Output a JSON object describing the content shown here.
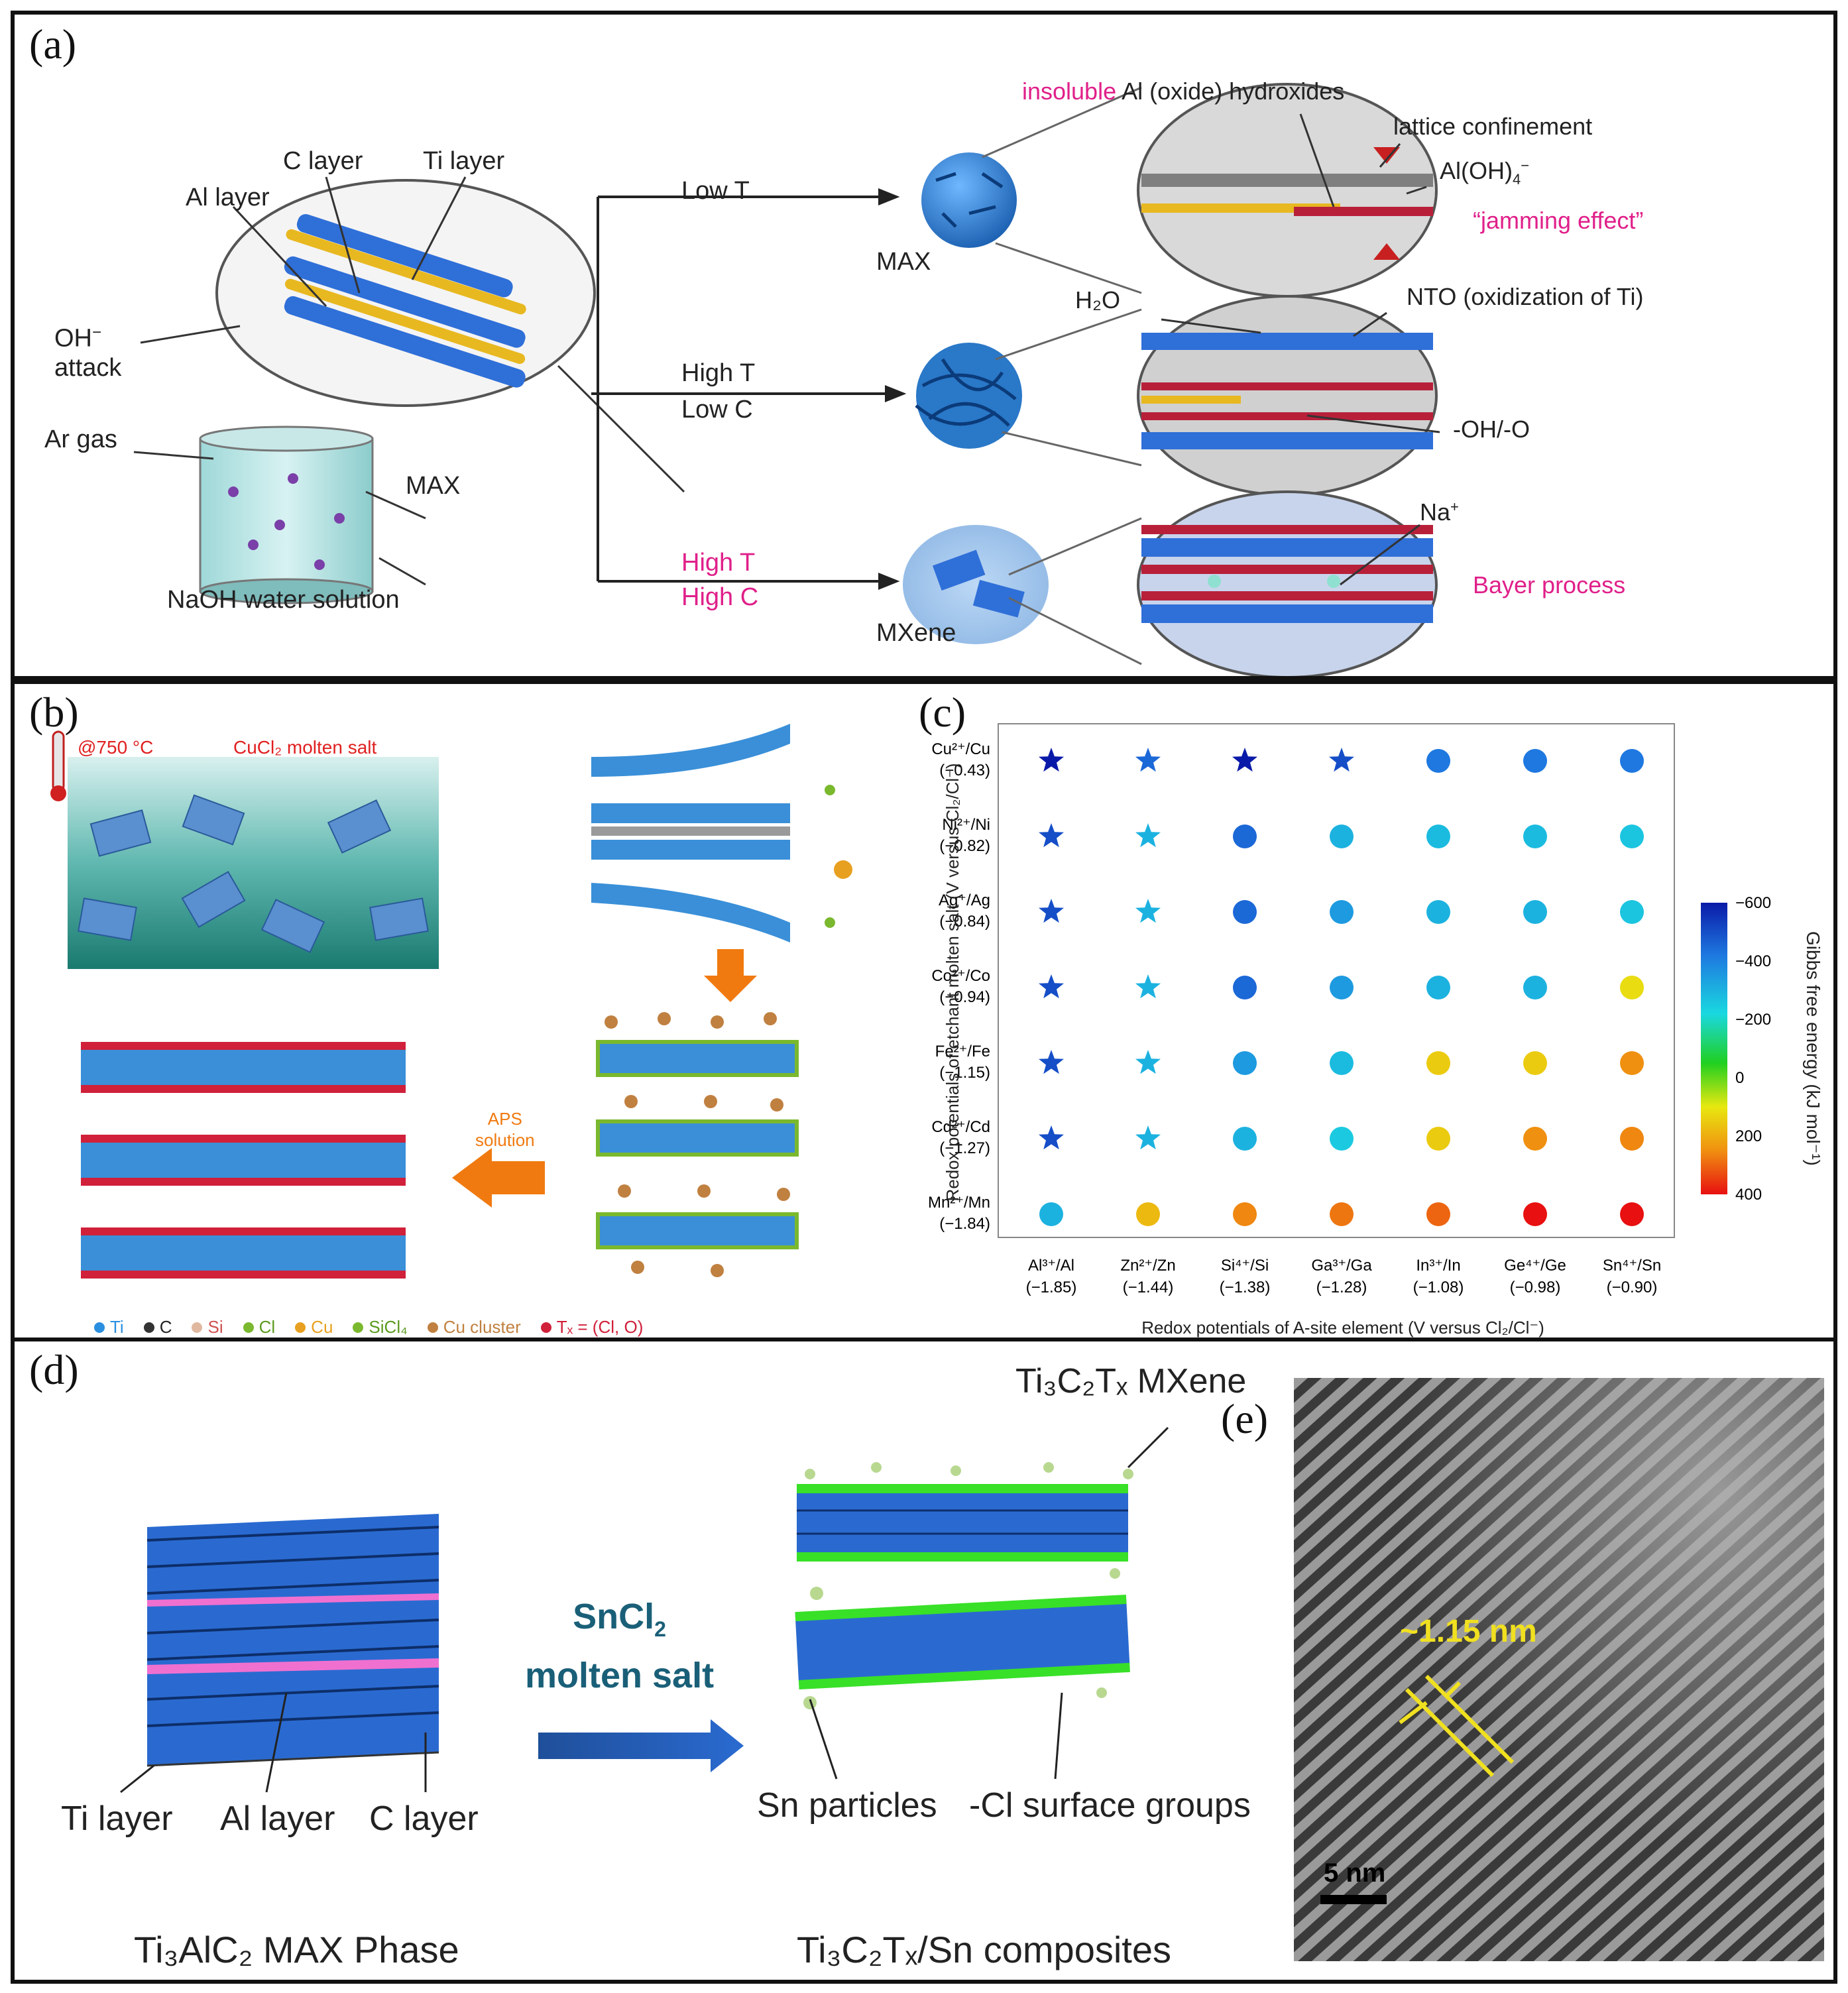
{
  "panel_a": {
    "label": "(a)",
    "al_layer": "Al layer",
    "c_layer": "C layer",
    "ti_layer": "Ti layer",
    "oh_attack_1": "OH",
    "oh_attack_sup": "−",
    "oh_attack_2": "attack",
    "ar_gas": "Ar gas",
    "max": "MAX",
    "naoh": "NaOH water solution",
    "low_t": "Low T",
    "high_t_low_c_1": "High T",
    "high_t_low_c_2": "Low C",
    "high_t_high_c_1": "High T",
    "high_t_high_c_2": "High C",
    "max_sphere": "MAX",
    "mxene": "MXene",
    "insoluble_1": "insoluble",
    "insoluble_2": "Al (oxide) hydroxides",
    "lattice": "lattice confinement",
    "aloh4": "Al(OH)",
    "aloh4_sub": "4",
    "aloh4_sup": "−",
    "jamming": "“jamming effect”",
    "h2o": "H₂O",
    "nto": "NTO (oxidization of Ti)",
    "ohO": "-OH/-O",
    "na": "Na",
    "na_sup": "+",
    "bayer": "Bayer process"
  },
  "panel_b": {
    "label": "(b)",
    "temp": "@750 °C",
    "salt": "CuCl₂ molten salt",
    "aps_1": "APS",
    "aps_2": "solution",
    "legend": [
      "Ti",
      "C",
      "Si",
      "Cl",
      "Cu",
      "SiCl₄",
      "Cu cluster",
      "Tₓ = (Cl, O)"
    ],
    "legend_colors": [
      "#2b8fe0",
      "#333333",
      "#e0b8a0",
      "#7ab82e",
      "#e8a020",
      "#7ab82e",
      "#c08040",
      "#d0203a"
    ]
  },
  "panel_c": {
    "label": "(c)",
    "chart_data": {
      "type": "heatmap",
      "xlabel": "Redox potentials of A-site element (V versus Cl₂/Cl⁻)",
      "ylabel": "Redox potentials of etchant molten salt (V versus Cl₂/Cl⁻)",
      "x_categories": [
        {
          "label": "Al³⁺/Al",
          "value": "(−1.85)"
        },
        {
          "label": "Zn²⁺/Zn",
          "value": "(−1.44)"
        },
        {
          "label": "Si⁴⁺/Si",
          "value": "(−1.38)"
        },
        {
          "label": "Ga³⁺/Ga",
          "value": "(−1.28)"
        },
        {
          "label": "In³⁺/In",
          "value": "(−1.08)"
        },
        {
          "label": "Ge⁴⁺/Ge",
          "value": "(−0.98)"
        },
        {
          "label": "Sn⁴⁺/Sn",
          "value": "(−0.90)"
        }
      ],
      "y_categories": [
        {
          "label": "Cu²⁺/Cu",
          "value": "(−0.43)"
        },
        {
          "label": "Ni²⁺/Ni",
          "value": "(−0.82)"
        },
        {
          "label": "Ag⁺/Ag",
          "value": "(−0.84)"
        },
        {
          "label": "Co²⁺/Co",
          "value": "(−0.94)"
        },
        {
          "label": "Fe²⁺/Fe",
          "value": "(−1.15)"
        },
        {
          "label": "Cd²⁺/Cd",
          "value": "(−1.27)"
        },
        {
          "label": "Mn²⁺/Mn",
          "value": "(−1.84)"
        }
      ],
      "marker": [
        [
          "star",
          "star",
          "star",
          "star",
          "circle",
          "circle",
          "circle"
        ],
        [
          "star",
          "star",
          "circle",
          "circle",
          "circle",
          "circle",
          "circle"
        ],
        [
          "star",
          "star",
          "circle",
          "circle",
          "circle",
          "circle",
          "circle"
        ],
        [
          "star",
          "star",
          "circle",
          "circle",
          "circle",
          "circle",
          "circle"
        ],
        [
          "star",
          "star",
          "circle",
          "circle",
          "circle",
          "circle",
          "circle"
        ],
        [
          "star",
          "star",
          "circle",
          "circle",
          "circle",
          "circle",
          "circle"
        ],
        [
          "circle",
          "circle",
          "circle",
          "circle",
          "circle",
          "circle",
          "circle"
        ]
      ],
      "values": [
        [
          -600,
          -450,
          -600,
          -500,
          -420,
          -420,
          -420
        ],
        [
          -500,
          -300,
          -450,
          -300,
          -280,
          -280,
          -260
        ],
        [
          -500,
          -300,
          -450,
          -350,
          -300,
          -300,
          -260
        ],
        [
          -500,
          -300,
          -450,
          -350,
          -300,
          -300,
          120
        ],
        [
          -500,
          -300,
          -350,
          -280,
          150,
          150,
          250
        ],
        [
          -500,
          -300,
          -300,
          -250,
          150,
          250,
          260
        ],
        [
          -300,
          180,
          260,
          280,
          300,
          400,
          400
        ]
      ],
      "colorbar_label": "Gibbs free energy (kJ mol⁻¹)",
      "colorbar_ticks": [
        "−600",
        "−400",
        "−200",
        "0",
        "200",
        "400"
      ],
      "colorbar_range": [
        -600,
        400
      ]
    }
  },
  "panel_d": {
    "label": "(d)",
    "sncl2_1": "SnCl",
    "sncl2_sub": "2",
    "sncl2_2": "molten salt",
    "ti_layer": "Ti layer",
    "al_layer": "Al layer",
    "c_layer": "C layer",
    "mxene_title": "Ti₃C₂Tₓ MXene",
    "sn_particles": "Sn particles",
    "cl_groups": "-Cl surface groups",
    "max_phase": "Ti₃AlC₂ MAX Phase",
    "composites": "Ti₃C₂Tₓ/Sn composites"
  },
  "panel_e": {
    "label": "(e)",
    "spacing": "~1.15 nm",
    "scale": "5 nm"
  }
}
